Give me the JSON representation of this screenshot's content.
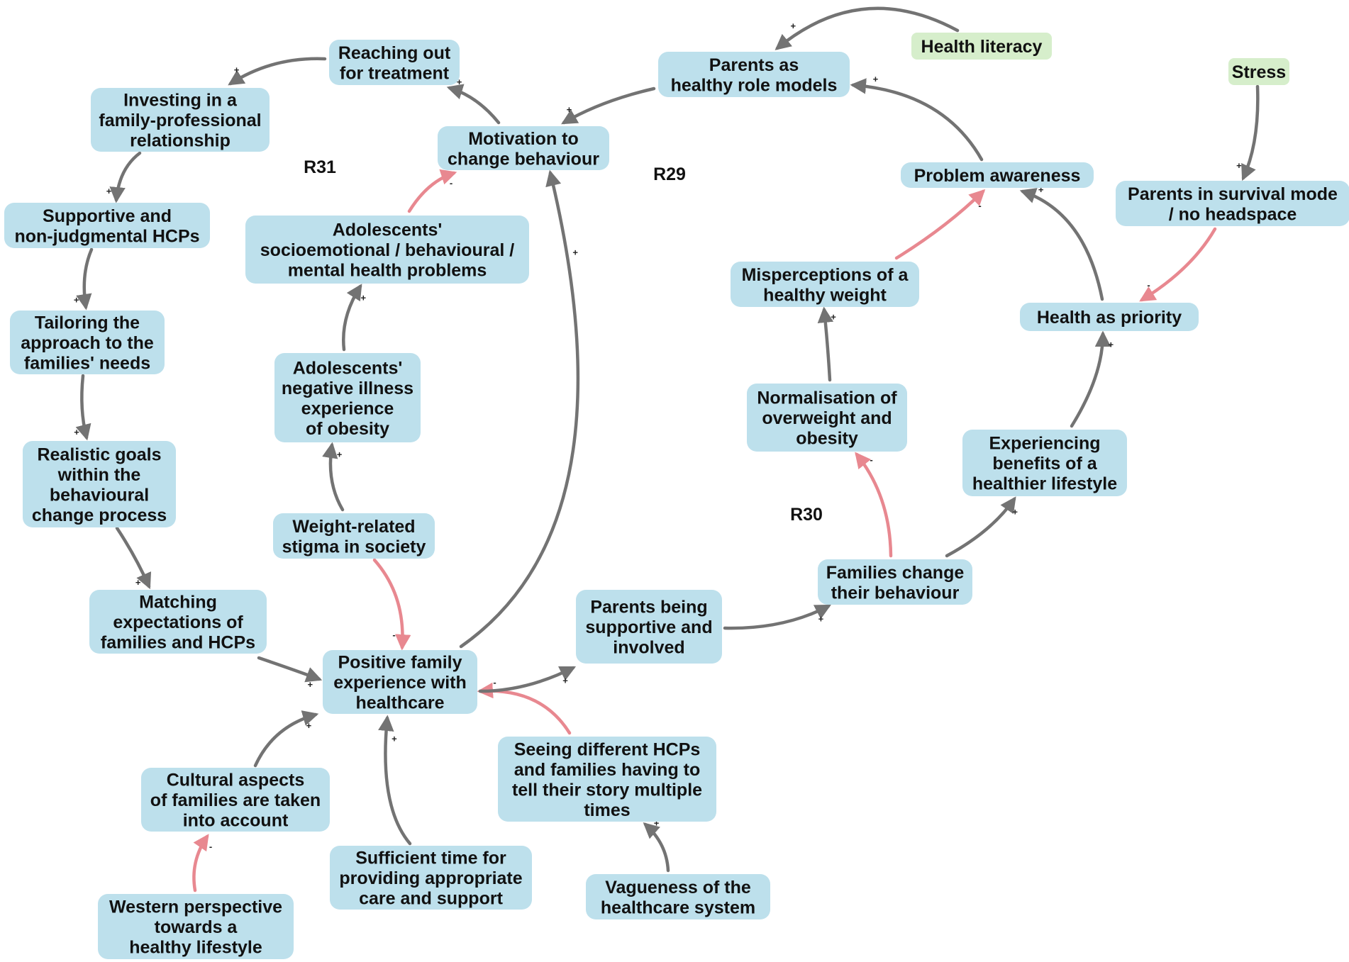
{
  "colors": {
    "node_fill": "#bde0ec",
    "external_fill": "#d6eecb",
    "positive_link": "#737373",
    "negative_link": "#e88890",
    "text": "#111111"
  },
  "nodes": [
    {
      "id": "reaching",
      "lines": [
        "Reaching out",
        "for treatment"
      ],
      "kind": "variable"
    },
    {
      "id": "investing",
      "lines": [
        "Investing in a",
        "family-professional",
        "relationship"
      ],
      "kind": "variable"
    },
    {
      "id": "supportive_hcp",
      "lines": [
        "Supportive and",
        "non-judgmental HCPs"
      ],
      "kind": "variable"
    },
    {
      "id": "tailoring",
      "lines": [
        "Tailoring the",
        "approach to the",
        "families' needs"
      ],
      "kind": "variable"
    },
    {
      "id": "realistic",
      "lines": [
        "Realistic goals",
        "within the",
        "behavioural",
        "change process"
      ],
      "kind": "variable"
    },
    {
      "id": "matching",
      "lines": [
        "Matching",
        "expectations of",
        "families and HCPs"
      ],
      "kind": "variable"
    },
    {
      "id": "positive_exp",
      "lines": [
        "Positive family",
        "experience with",
        "healthcare"
      ],
      "kind": "variable"
    },
    {
      "id": "cultural",
      "lines": [
        "Cultural aspects",
        "of families are taken",
        "into account"
      ],
      "kind": "variable"
    },
    {
      "id": "western",
      "lines": [
        "Western perspective",
        "towards a",
        "healthy lifestyle"
      ],
      "kind": "variable"
    },
    {
      "id": "sufficient",
      "lines": [
        "Sufficient time for",
        "providing appropriate",
        "care and support"
      ],
      "kind": "variable"
    },
    {
      "id": "seeing",
      "lines": [
        "Seeing different HCPs",
        "and families having to",
        "tell their story multiple",
        "times"
      ],
      "kind": "variable"
    },
    {
      "id": "vagueness",
      "lines": [
        "Vagueness of the",
        "healthcare system"
      ],
      "kind": "variable"
    },
    {
      "id": "weight_stigma",
      "lines": [
        "Weight-related",
        "stigma in society"
      ],
      "kind": "variable"
    },
    {
      "id": "illness_exp",
      "lines": [
        "Adolescents'",
        "negative illness",
        "experience",
        "of obesity"
      ],
      "kind": "variable"
    },
    {
      "id": "socioemotional",
      "lines": [
        "Adolescents'",
        "socioemotional / behavioural /",
        "mental health problems"
      ],
      "kind": "variable"
    },
    {
      "id": "motivation",
      "lines": [
        "Motivation to",
        "change behaviour"
      ],
      "kind": "variable"
    },
    {
      "id": "role_models",
      "lines": [
        "Parents as",
        "healthy role models"
      ],
      "kind": "variable"
    },
    {
      "id": "health_literacy",
      "lines": [
        "Health literacy"
      ],
      "kind": "external"
    },
    {
      "id": "stress",
      "lines": [
        "Stress"
      ],
      "kind": "external"
    },
    {
      "id": "survival",
      "lines": [
        "Parents in survival mode",
        "/ no headspace"
      ],
      "kind": "variable"
    },
    {
      "id": "problem_awareness",
      "lines": [
        "Problem awareness"
      ],
      "kind": "variable"
    },
    {
      "id": "misperceptions",
      "lines": [
        "Misperceptions of a",
        "healthy weight"
      ],
      "kind": "variable"
    },
    {
      "id": "health_priority",
      "lines": [
        "Health as priority"
      ],
      "kind": "variable"
    },
    {
      "id": "normalisation",
      "lines": [
        "Normalisation of",
        "overweight and",
        "obesity"
      ],
      "kind": "variable"
    },
    {
      "id": "benefits",
      "lines": [
        "Experiencing",
        "benefits of a",
        "healthier lifestyle"
      ],
      "kind": "variable"
    },
    {
      "id": "families_change",
      "lines": [
        "Families change",
        "their behaviour"
      ],
      "kind": "variable"
    },
    {
      "id": "parents_supportive",
      "lines": [
        "Parents being",
        "supportive and",
        "involved"
      ],
      "kind": "variable"
    }
  ],
  "loops": [
    {
      "id": "r31",
      "label": "R31"
    },
    {
      "id": "r29",
      "label": "R29"
    },
    {
      "id": "r30",
      "label": "R30"
    }
  ],
  "links": [
    {
      "from": "reaching",
      "to": "investing",
      "polarity": "positive",
      "sign": "+"
    },
    {
      "from": "investing",
      "to": "supportive_hcp",
      "polarity": "positive",
      "sign": "+"
    },
    {
      "from": "supportive_hcp",
      "to": "tailoring",
      "polarity": "positive",
      "sign": "+"
    },
    {
      "from": "tailoring",
      "to": "realistic",
      "polarity": "positive",
      "sign": "+"
    },
    {
      "from": "realistic",
      "to": "matching",
      "polarity": "positive",
      "sign": "+"
    },
    {
      "from": "matching",
      "to": "positive_exp",
      "polarity": "positive",
      "sign": "+"
    },
    {
      "from": "cultural",
      "to": "positive_exp",
      "polarity": "positive",
      "sign": "+"
    },
    {
      "from": "western",
      "to": "cultural",
      "polarity": "negative",
      "sign": "-"
    },
    {
      "from": "sufficient",
      "to": "positive_exp",
      "polarity": "positive",
      "sign": "+"
    },
    {
      "from": "seeing",
      "to": "positive_exp",
      "polarity": "negative",
      "sign": "-"
    },
    {
      "from": "vagueness",
      "to": "seeing",
      "polarity": "positive",
      "sign": "+"
    },
    {
      "from": "weight_stigma",
      "to": "positive_exp",
      "polarity": "negative",
      "sign": "-"
    },
    {
      "from": "weight_stigma",
      "to": "illness_exp",
      "polarity": "positive",
      "sign": "+"
    },
    {
      "from": "illness_exp",
      "to": "socioemotional",
      "polarity": "positive",
      "sign": "+"
    },
    {
      "from": "socioemotional",
      "to": "motivation",
      "polarity": "negative",
      "sign": "-"
    },
    {
      "from": "positive_exp",
      "to": "motivation",
      "polarity": "positive",
      "sign": "+"
    },
    {
      "from": "motivation",
      "to": "reaching",
      "polarity": "positive",
      "sign": "+"
    },
    {
      "from": "role_models",
      "to": "motivation",
      "polarity": "positive",
      "sign": "+"
    },
    {
      "from": "health_literacy",
      "to": "role_models",
      "polarity": "positive",
      "sign": "+"
    },
    {
      "from": "problem_awareness",
      "to": "role_models",
      "polarity": "positive",
      "sign": "+"
    },
    {
      "from": "stress",
      "to": "survival",
      "polarity": "positive",
      "sign": "+"
    },
    {
      "from": "survival",
      "to": "health_priority",
      "polarity": "negative",
      "sign": "-"
    },
    {
      "from": "health_priority",
      "to": "problem_awareness",
      "polarity": "positive",
      "sign": "+"
    },
    {
      "from": "misperceptions",
      "to": "problem_awareness",
      "polarity": "negative",
      "sign": "-"
    },
    {
      "from": "normalisation",
      "to": "misperceptions",
      "polarity": "positive",
      "sign": "+"
    },
    {
      "from": "families_change",
      "to": "normalisation",
      "polarity": "negative",
      "sign": "-"
    },
    {
      "from": "families_change",
      "to": "benefits",
      "polarity": "positive",
      "sign": "+"
    },
    {
      "from": "benefits",
      "to": "health_priority",
      "polarity": "positive",
      "sign": "+"
    },
    {
      "from": "parents_supportive",
      "to": "families_change",
      "polarity": "positive",
      "sign": "+"
    },
    {
      "from": "positive_exp",
      "to": "parents_supportive",
      "polarity": "positive",
      "sign": "+"
    }
  ]
}
